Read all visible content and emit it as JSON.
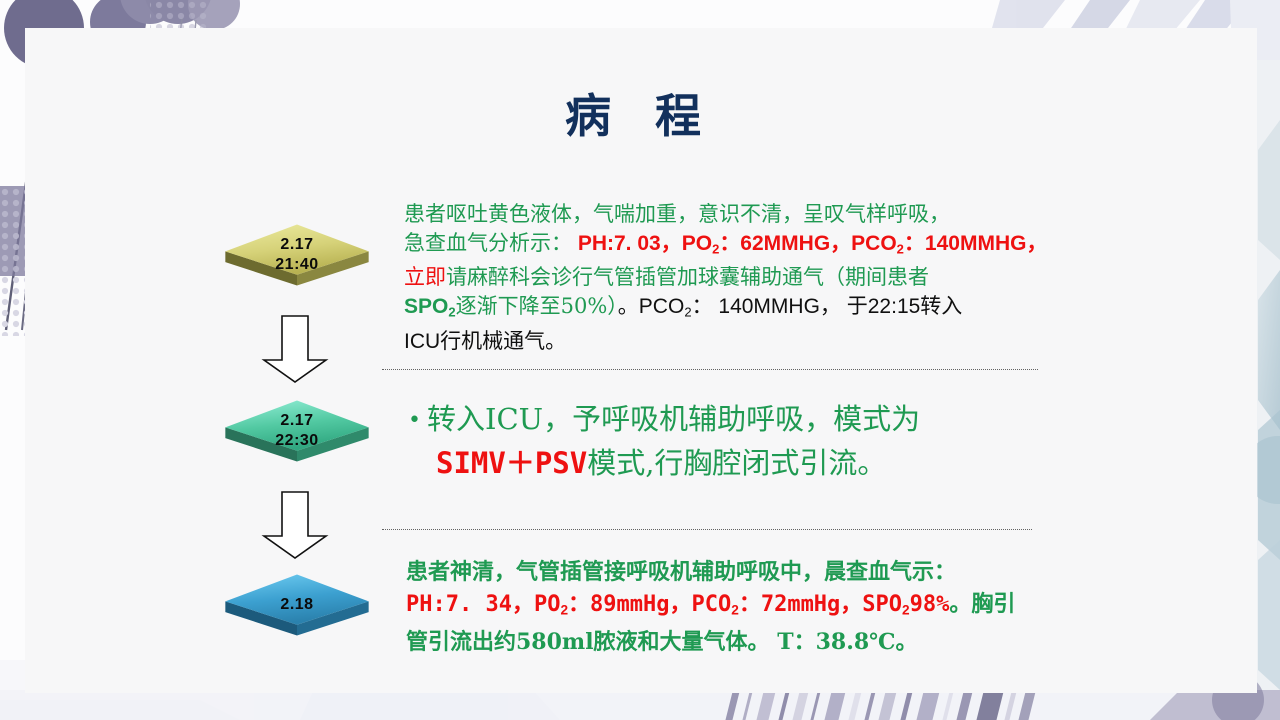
{
  "slide": {
    "title": "病  程",
    "title_color": "#12305c",
    "panel_bg": "#f7f7f8"
  },
  "flow": {
    "nodes": [
      {
        "name": "node-2-17-2140",
        "date": "2.17",
        "time": "21:40",
        "color_top": "#e9e89a",
        "color_mid": "#c9c464",
        "color_side": "#7e7c37"
      },
      {
        "name": "node-2-17-2230",
        "date": "2.17",
        "time": "22:30",
        "color_top": "#7fe9cf",
        "color_mid": "#3fba93",
        "color_side": "#2e8366"
      },
      {
        "name": "node-2-18",
        "date": "2.18",
        "time": "",
        "color_top": "#63c3ef",
        "color_mid": "#2c8fc4",
        "color_side": "#1e5f82"
      }
    ],
    "arrow_fill": "#ffffff",
    "arrow_stroke": "#111111"
  },
  "blocks": {
    "block1": {
      "lines": [
        [
          {
            "t": "患者呕吐黄色液体，气喘加重，意识不清，呈叹气样呼吸，",
            "style": "green-serif"
          }
        ],
        [
          {
            "t": "急查血气分析示：",
            "style": "green-serif"
          },
          {
            "t": "  PH:7. 03，PO",
            "style": "red-sans"
          },
          {
            "t": "2",
            "style": "red-sub"
          },
          {
            "t": "：62MMHG，PCO",
            "style": "red-sans"
          },
          {
            "t": "2",
            "style": "red-sub"
          },
          {
            "t": "：140MMHG，",
            "style": "red-sans"
          }
        ],
        [
          {
            "t": "立即",
            "style": "red-serif"
          },
          {
            "t": "请麻醉科会诊行气管插管加球囊辅助通气（期间患者",
            "style": "green-serif"
          }
        ],
        [
          {
            "t": "SPO",
            "style": "green-sans"
          },
          {
            "t": "2",
            "style": "green-sub"
          },
          {
            "t": "逐渐下降至50%）",
            "style": "green-serif"
          },
          {
            "t": "。PCO",
            "style": "black-plain"
          },
          {
            "t": "2",
            "style": "black-sub"
          },
          {
            "t": "：  140MMHG，  于22:15转入",
            "style": "black-plain"
          }
        ],
        [
          {
            "t": "ICU行机械通气。",
            "style": "black-plain"
          }
        ]
      ]
    },
    "block2": {
      "bullet": "•",
      "lines": [
        [
          {
            "t": "转入ICU，予呼吸机辅助呼吸，模式为",
            "style": "green-serif"
          }
        ],
        [
          {
            "t": "SIMV＋PSV",
            "style": "red-mono"
          },
          {
            "t": "模式,行胸腔闭式引流。",
            "style": "green-serif"
          }
        ]
      ]
    },
    "block3": {
      "lines": [
        [
          {
            "t": "患者神清，气管插管接呼吸机辅助呼吸中，晨查血气示：",
            "style": "green-serif"
          }
        ],
        [
          {
            "t": "PH:7. 34，PO",
            "style": "red-mono"
          },
          {
            "t": "2",
            "style": "red-sub"
          },
          {
            "t": "：89mmHg，PCO",
            "style": "red-mono"
          },
          {
            "t": "2",
            "style": "red-sub"
          },
          {
            "t": "：72mmHg，SPO",
            "style": "red-mono"
          },
          {
            "t": "2",
            "style": "red-sub"
          },
          {
            "t": "98%",
            "style": "red-mono"
          },
          {
            "t": "。胸引",
            "style": "green-serif"
          }
        ],
        [
          {
            "t": "管引流出约580ml脓液和大量气体。 T：38.8℃。",
            "style": "green-serif"
          }
        ]
      ]
    }
  },
  "colors": {
    "green": "#1f9a52",
    "red": "#ee1111",
    "black": "#101010",
    "title_navy": "#12305c",
    "decor_purple": "#7d7a9c",
    "decor_lavender": "#d6d7e6",
    "decor_blue": "#a8c3cf"
  }
}
